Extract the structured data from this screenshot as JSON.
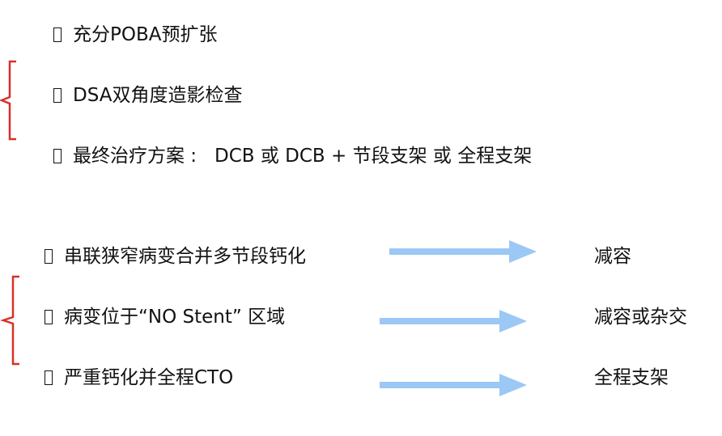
{
  "colors": {
    "text": "#111111",
    "arrow": "#9bc8f5",
    "bracket": "#d9302a"
  },
  "group1": {
    "items": [
      {
        "text": "充分POBA预扩张"
      },
      {
        "text": "DSA双角度造影检查"
      },
      {
        "text": "最终治疗方案 :   DCB 或 DCB + 节段支架 或 全程支架"
      }
    ]
  },
  "group2": {
    "items": [
      {
        "text": "串联狭窄病变合并多节段钙化",
        "result": "减容"
      },
      {
        "text": "病变位于“NO Stent” 区域",
        "result": "减容或杂交"
      },
      {
        "text": "严重钙化并全程CTO",
        "result": "全程支架"
      }
    ]
  },
  "icons": {
    "bullet": "square-bullet-icon",
    "arrow": "right-arrow-icon",
    "bracket": "left-bracket-icon"
  }
}
